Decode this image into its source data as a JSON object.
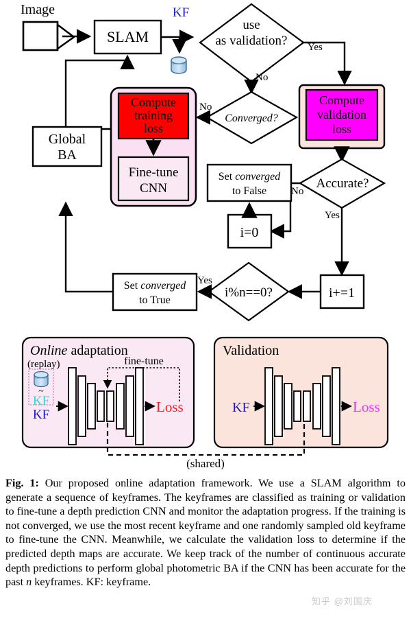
{
  "figure": {
    "input_label": "Image",
    "camera_icon": "camera-icon",
    "slam_box": "SLAM",
    "kf_label": "KF",
    "kf_db_icon": "database-cylinder-icon",
    "global_ba": [
      "Global",
      "BA"
    ],
    "decisions": {
      "use_as_validation": [
        "use",
        "as validation?"
      ],
      "converged": "Converged?",
      "accurate": "Accurate?",
      "modulo": "i%n==0?"
    },
    "edge_labels": {
      "yes": "Yes",
      "no": "No",
      "validation_yes": "Yes",
      "validation_no": "No",
      "converged_no": "No",
      "accurate_no": "No",
      "accurate_yes": "Yes",
      "modulo_yes": "Yes"
    },
    "training_group": {
      "compute_training_loss": [
        "Compute",
        "training",
        "loss"
      ],
      "fine_tune_cnn": [
        "Fine-tune",
        "CNN"
      ],
      "fill": "#FF0000",
      "group_fill": "#FBDFF3"
    },
    "validation_group": {
      "compute_validation_loss": [
        "Compute",
        "validation",
        "loss"
      ],
      "fill": "#FF00FF",
      "group_fill": "#FBE4DC"
    },
    "set_converged_false": [
      "Set converged",
      "to False"
    ],
    "set_converged_true": [
      "Set converged",
      "to True"
    ],
    "i_zero": "i=0",
    "i_plus_one": "i+=1",
    "panels": {
      "online": {
        "title_italic": "Online",
        "title_rest": " adaptation",
        "replay": "(replay)",
        "tilde": "~",
        "kf_replay": "KF",
        "kf_current": "KF",
        "fine_tune": "fine-tune",
        "loss": "Loss",
        "loss_color": "#FF1A1A",
        "kf_replay_color": "#2FD9D9",
        "kf_current_color": "#1A1AD0",
        "bg": "#FBE8F5"
      },
      "validation": {
        "title": "Validation",
        "kf": "KF",
        "kf_color": "#1A1AD0",
        "loss": "Loss",
        "loss_color": "#FF2EFF",
        "bg": "#FBE4DC"
      },
      "shared_label": "(shared)"
    }
  },
  "caption": {
    "prefix": "Fig. 1:",
    "text": " Our proposed online adaptation framework. We use a SLAM algorithm to generate a sequence of keyframes. The keyframes are classified as training or validation to fine-tune a depth prediction CNN and monitor the adaptation progress. If the training is not converged, we use the most recent keyframe and one randomly sampled old keyframe to fine-tune the CNN. Meanwhile, we calculate the validation loss to determine if the predicted depth maps are accurate. We keep track of the number of continuous accurate depth predictions to perform global photometric BA if the CNN has been accurate for the past ",
    "italic_n": "n",
    "text_end": " keyframes. KF: keyframe."
  },
  "watermark": "知乎 @刘国庆"
}
